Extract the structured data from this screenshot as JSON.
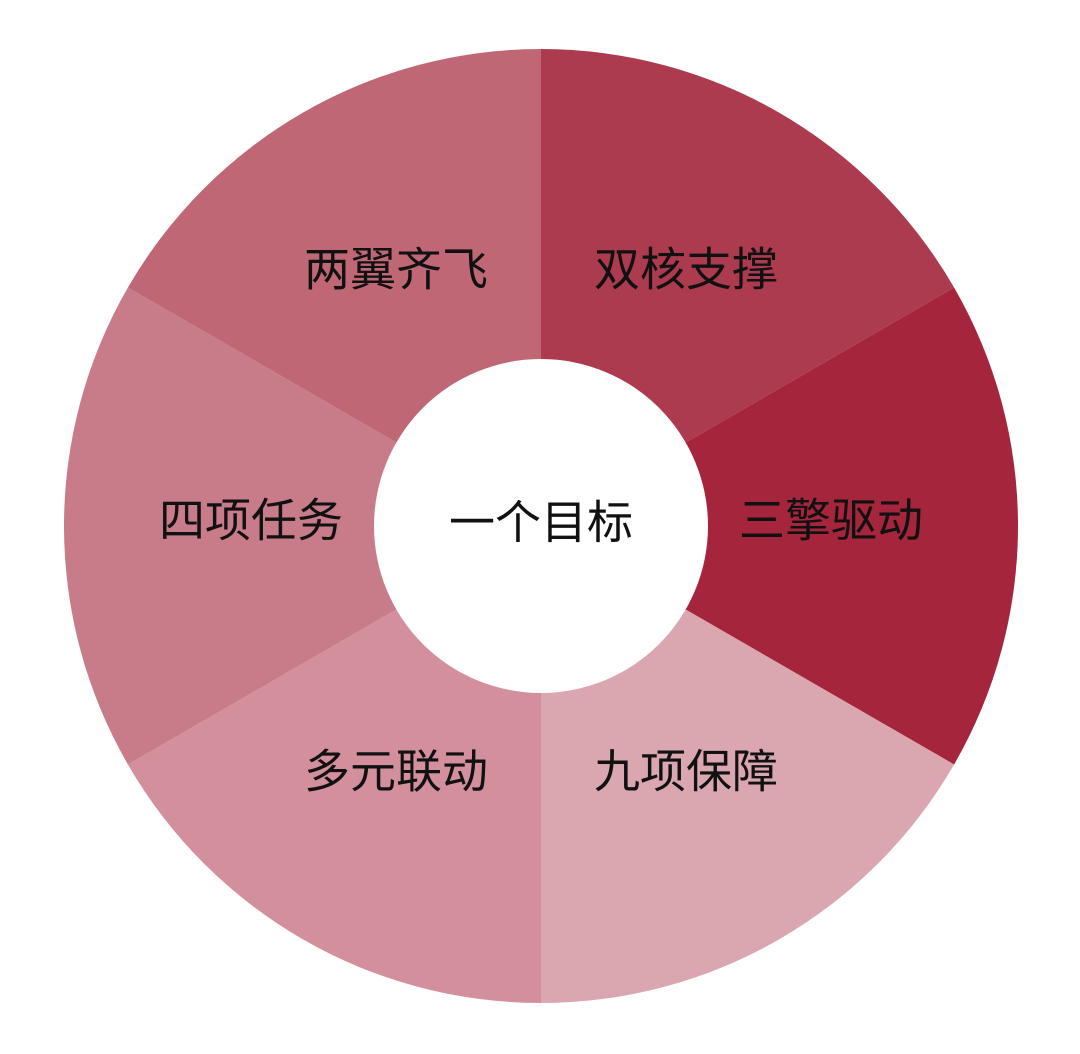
{
  "center": {
    "label": "一个目标",
    "color": "#ffffff"
  },
  "segments": [
    {
      "label": "双核支撑",
      "color": "#ad3b50"
    },
    {
      "label": "三擎驱动",
      "color": "#a4253c"
    },
    {
      "label": "九项保障",
      "color": "#daa6b0"
    },
    {
      "label": "多元联动",
      "color": "#d38f9c"
    },
    {
      "label": "四项任务",
      "color": "#c87b88"
    },
    {
      "label": "两翼齐飞",
      "color": "#bf6775"
    }
  ]
}
